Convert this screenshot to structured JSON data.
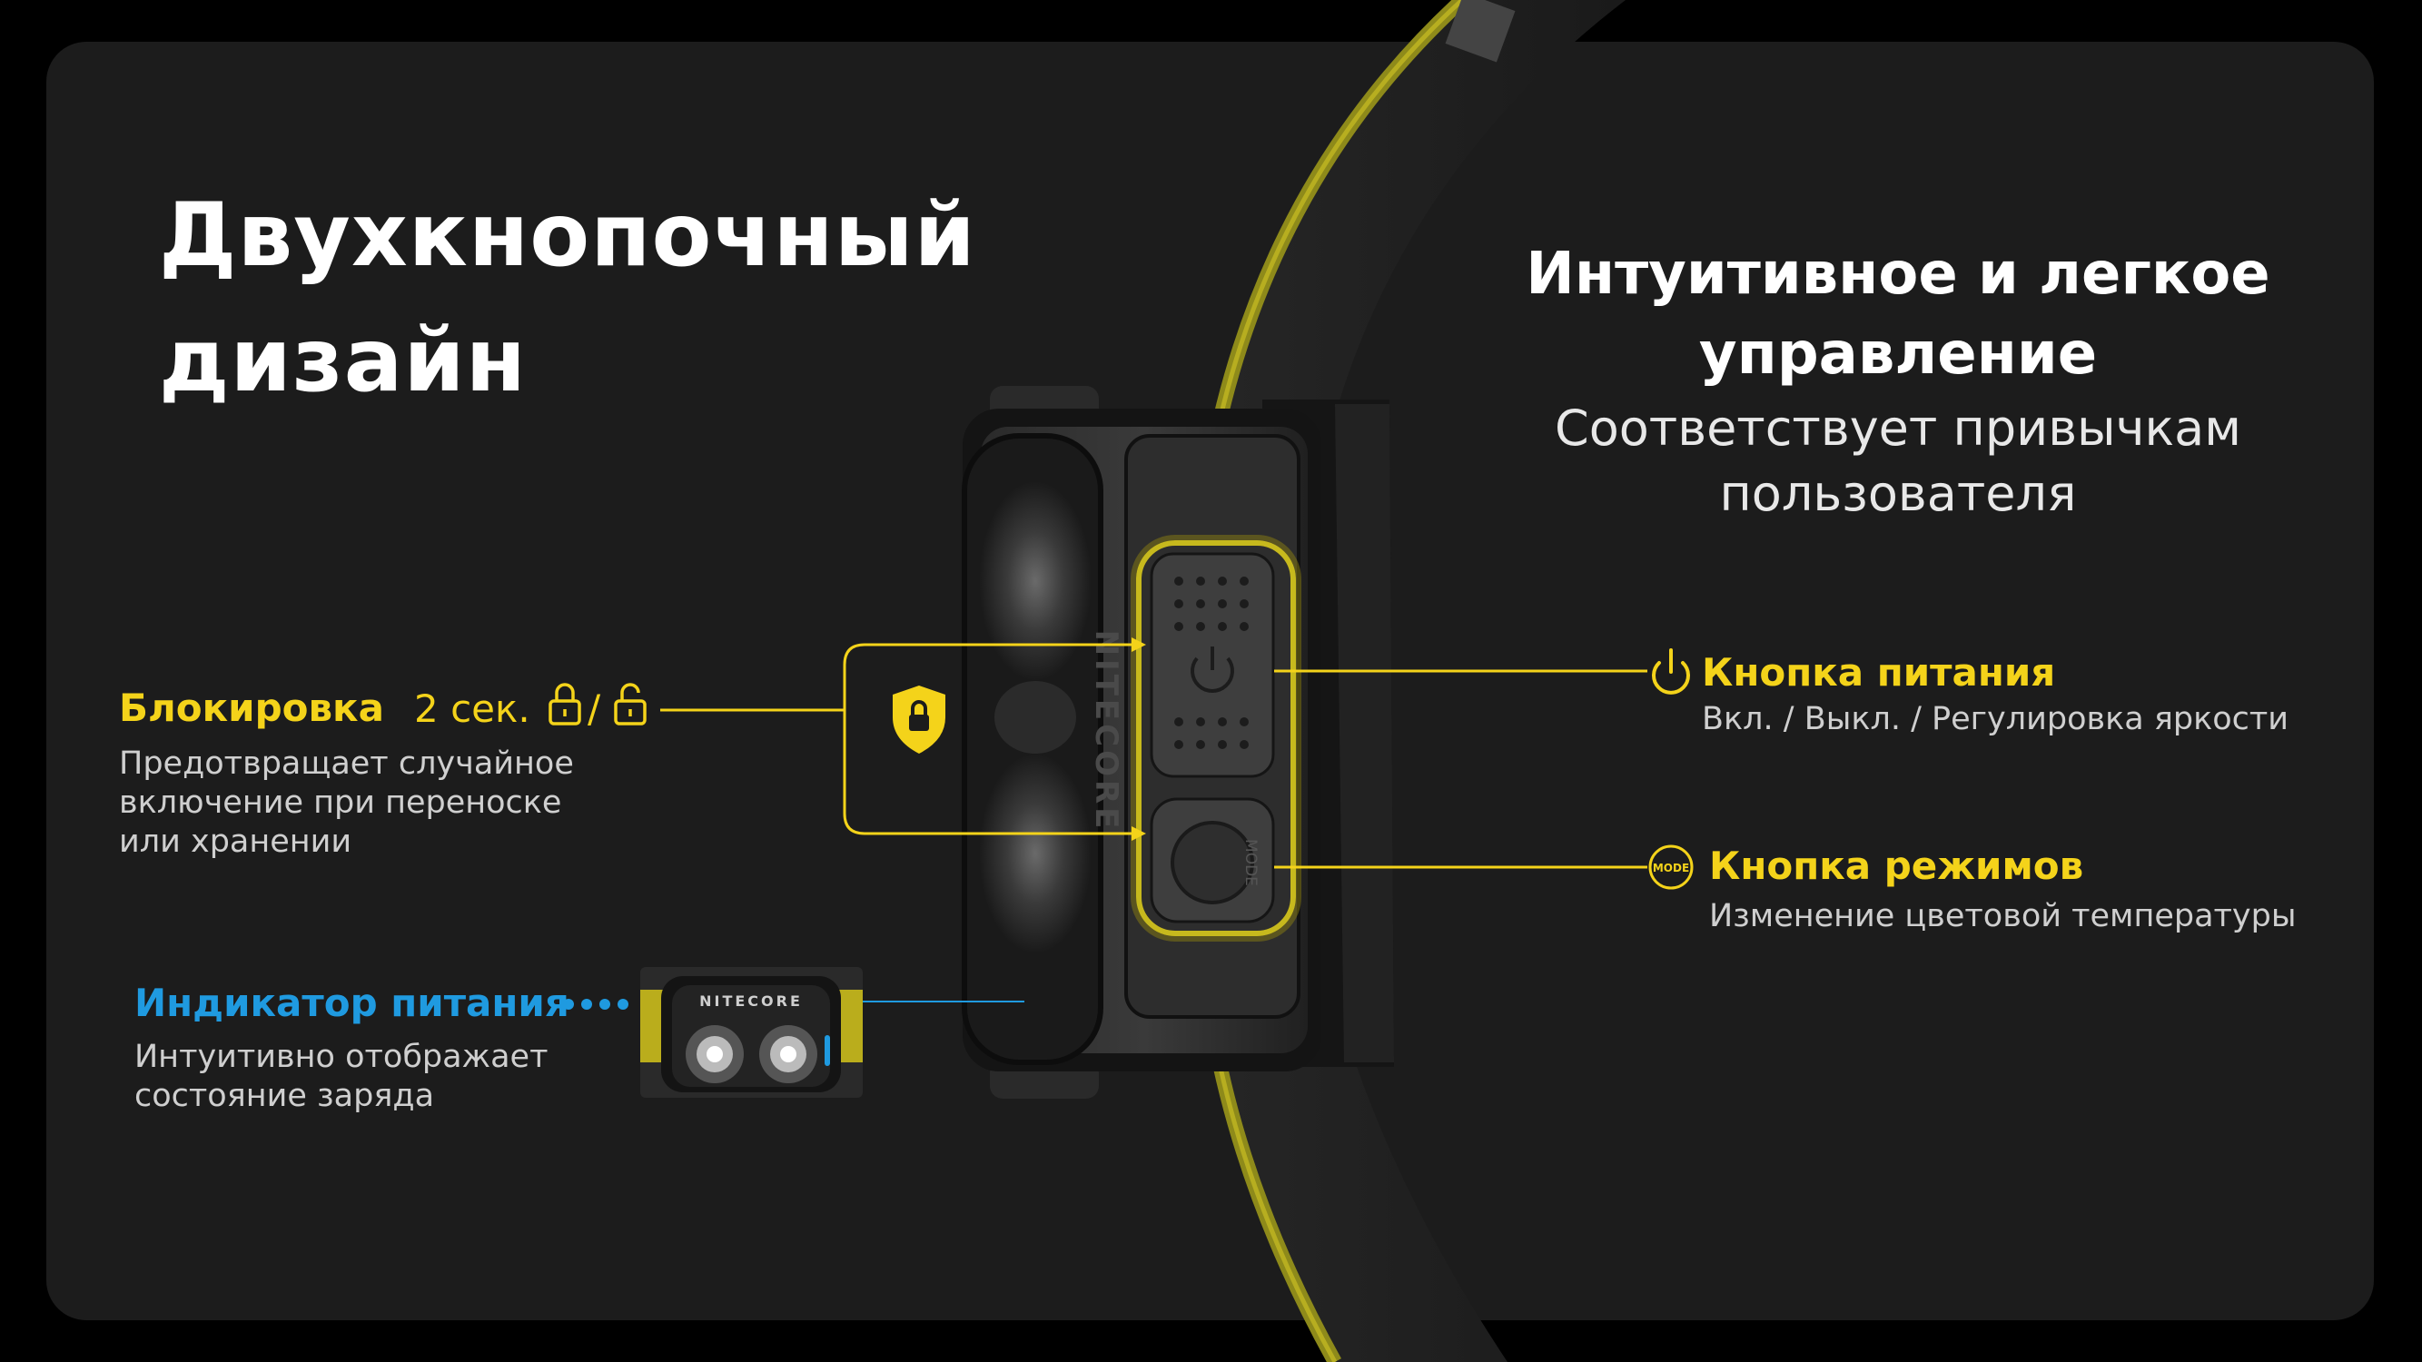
{
  "title": {
    "line1": "Двухкнопочный",
    "line2": "дизайн"
  },
  "control": {
    "heading_line1": "Интуитивное и легкое",
    "heading_line2": "управление",
    "sub_line1": "Соответствует привычкам",
    "sub_line2": "пользователя"
  },
  "lock": {
    "label": "Блокировка",
    "hold": "2 сек.",
    "separator": "/",
    "desc_line1": "Предотвращает случайное",
    "desc_line2": "включение при переноске",
    "desc_line3": "или хранении"
  },
  "indicator": {
    "label": "Индикатор питания",
    "desc_line1": "Интуитивно отображает",
    "desc_line2": "состояние заряда",
    "thumb_brand": "NITECORE"
  },
  "power_button": {
    "label": "Кнопка питания",
    "desc": "Вкл. / Выкл. / Регулировка яркости"
  },
  "mode_button": {
    "label": "Кнопка режимов",
    "desc": "Изменение цветовой температуры",
    "icon_text": "MODE"
  },
  "device": {
    "brand": "NITECORE",
    "mode_button_text": "MODE"
  },
  "colors": {
    "accent_yellow": "#f4d31a",
    "accent_blue": "#1f9ae0",
    "panel_bg": "#1c1c1c"
  },
  "icons": [
    "lock-closed-icon",
    "lock-open-icon",
    "shield-lock-icon",
    "power-icon",
    "mode-icon",
    "battery-dots-icon"
  ]
}
